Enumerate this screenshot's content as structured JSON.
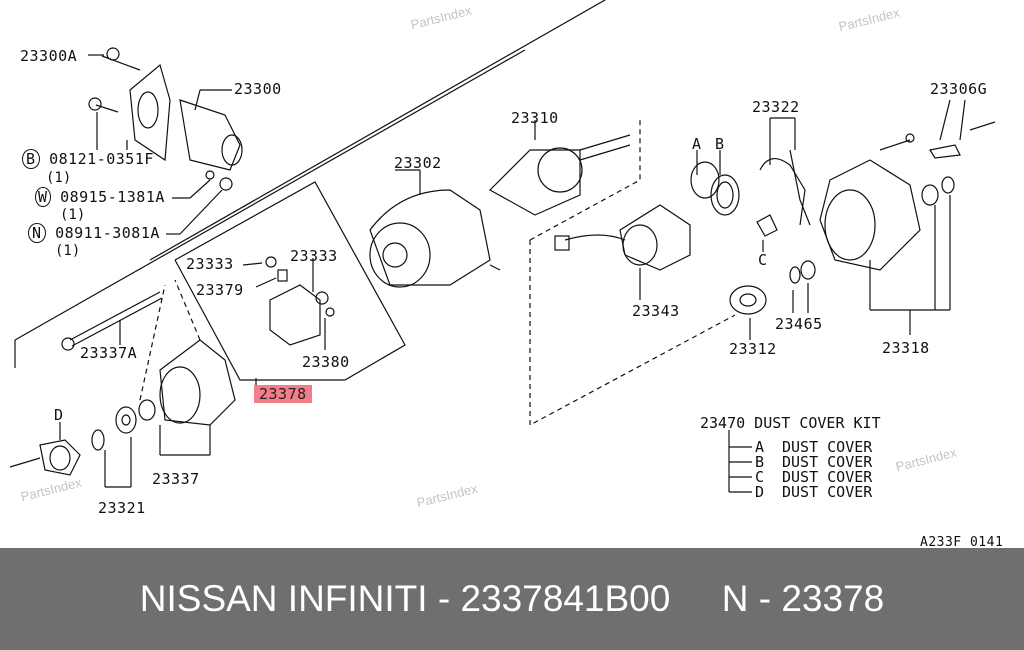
{
  "watermark": "PartsIndex",
  "labels": {
    "p23300A": "23300A",
    "p23300": "23300",
    "b_bolt": "08121-0351F",
    "b_qty": "(1)",
    "w_washer": "08915-1381A",
    "w_qty": "(1)",
    "n_nut": "08911-3081A",
    "n_qty": "(1)",
    "p23310": "23310",
    "p23302": "23302",
    "p23322": "23322",
    "p23306G": "23306G",
    "A": "A",
    "B": "B",
    "C": "C",
    "D": "D",
    "p23333a": "23333",
    "p23333b": "23333",
    "p23379": "23379",
    "p23380": "23380",
    "p23378": "23378",
    "p23337A": "23337A",
    "p23343": "23343",
    "p23465": "23465",
    "p23312": "23312",
    "p23318": "23318",
    "p23337": "23337",
    "p23321": "23321"
  },
  "circled": {
    "b": "B",
    "w": "W",
    "n": "N"
  },
  "kit": {
    "title": "23470 DUST COVER KIT",
    "items": [
      {
        "code": "A",
        "name": "DUST COVER"
      },
      {
        "code": "B",
        "name": "DUST COVER"
      },
      {
        "code": "C",
        "name": "DUST COVER"
      },
      {
        "code": "D",
        "name": "DUST COVER"
      }
    ]
  },
  "figure_code": "A233F 0141",
  "footer": {
    "text": "NISSAN INFINITI - 2337841B00     N - 23378"
  },
  "colors": {
    "highlight": "#f47d8a",
    "footer_bg": "#6f6f6f"
  }
}
